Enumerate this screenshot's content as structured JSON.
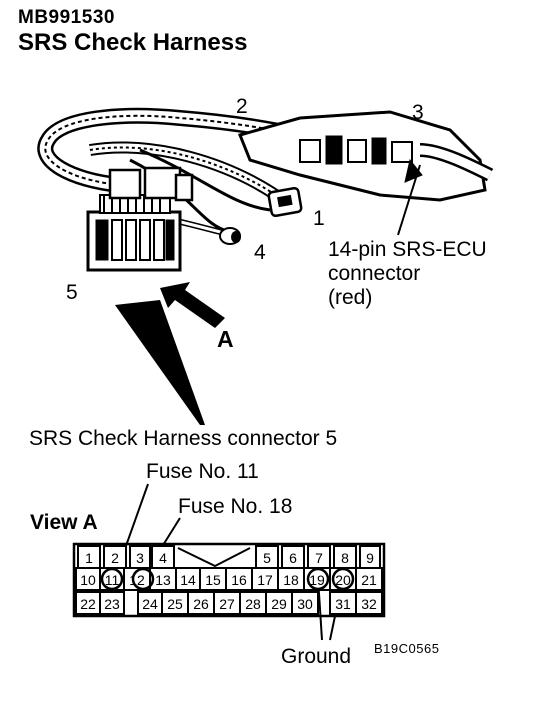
{
  "header": {
    "code": "MB991530",
    "title": "SRS Check Harness"
  },
  "callouts": {
    "n1": "1",
    "n2": "2",
    "n3": "3",
    "n4": "4",
    "n5": "5"
  },
  "ecu_label": {
    "line1": "14-pin SRS-ECU",
    "line2": "connector",
    "line3": "(red)"
  },
  "arrow_label": "A",
  "harness_connector_label": "SRS Check Harness connector 5",
  "fuse11_label": "Fuse No. 11",
  "fuse18_label": "Fuse No. 18",
  "view_label": "View  A",
  "ground_label": "Ground",
  "figure_code": "B19C0565",
  "connector": {
    "row1": [
      "1",
      "2",
      "3",
      "4",
      "5",
      "6",
      "7",
      "8",
      "9"
    ],
    "row2": [
      "10",
      "11",
      "12",
      "13",
      "14",
      "15",
      "16",
      "17",
      "18",
      "19",
      "20",
      "21"
    ],
    "row3": [
      "22",
      "23",
      "24",
      "25",
      "26",
      "27",
      "28",
      "29",
      "30",
      "31",
      "32"
    ]
  }
}
